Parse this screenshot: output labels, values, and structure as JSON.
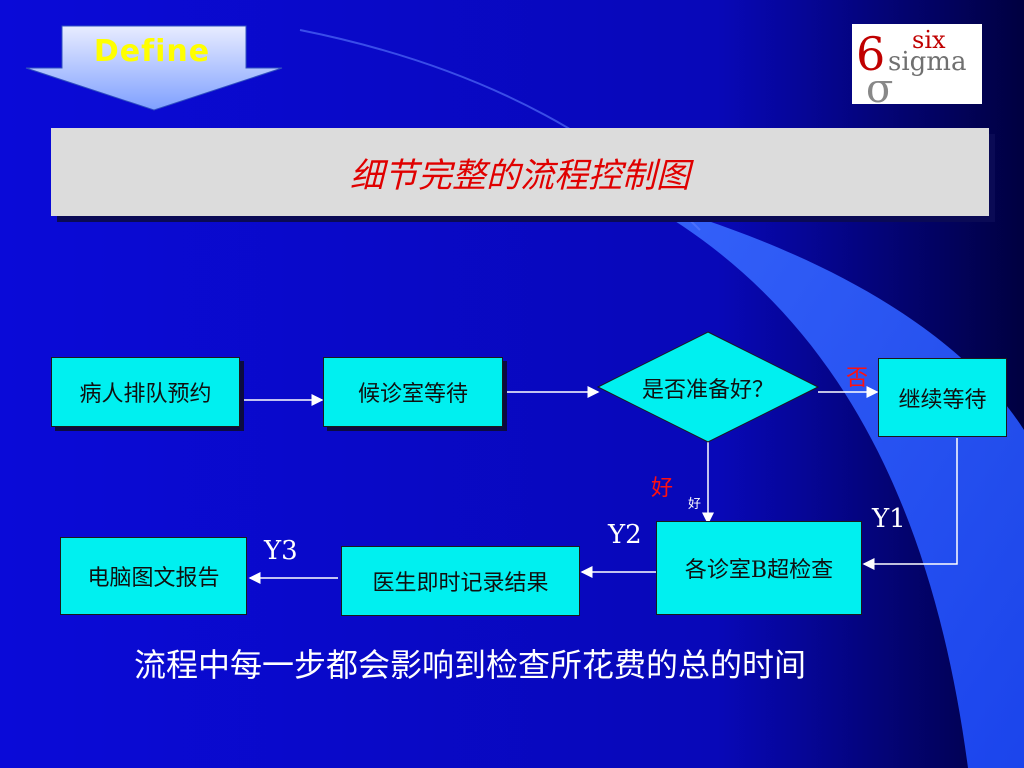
{
  "badge": {
    "label": "Define"
  },
  "logo": {
    "numeral": "6",
    "word_top": "six",
    "word_bottom": "sigma",
    "symbol": "σ"
  },
  "title": "细节完整的流程控制图",
  "nodes": {
    "queue": "病人排队预约",
    "waiting_room": "候诊室等待",
    "decision": "是否准备好？",
    "keep_waiting": "继续等待",
    "ultrasound": "各诊室B超检查",
    "record": "医生即时记录结果",
    "report": "电脑图文报告"
  },
  "edge_labels": {
    "no": "否",
    "yes_red": "好",
    "yes_small": "好",
    "y1": "Y1",
    "y2": "Y2",
    "y3": "Y3"
  },
  "caption": "流程中每一步都会影响到检查所花费的总的时间",
  "colors": {
    "background": "#0a0ad0",
    "box_fill": "#00f0f0",
    "title_text": "#e00000",
    "badge_text": "#ffff00"
  }
}
